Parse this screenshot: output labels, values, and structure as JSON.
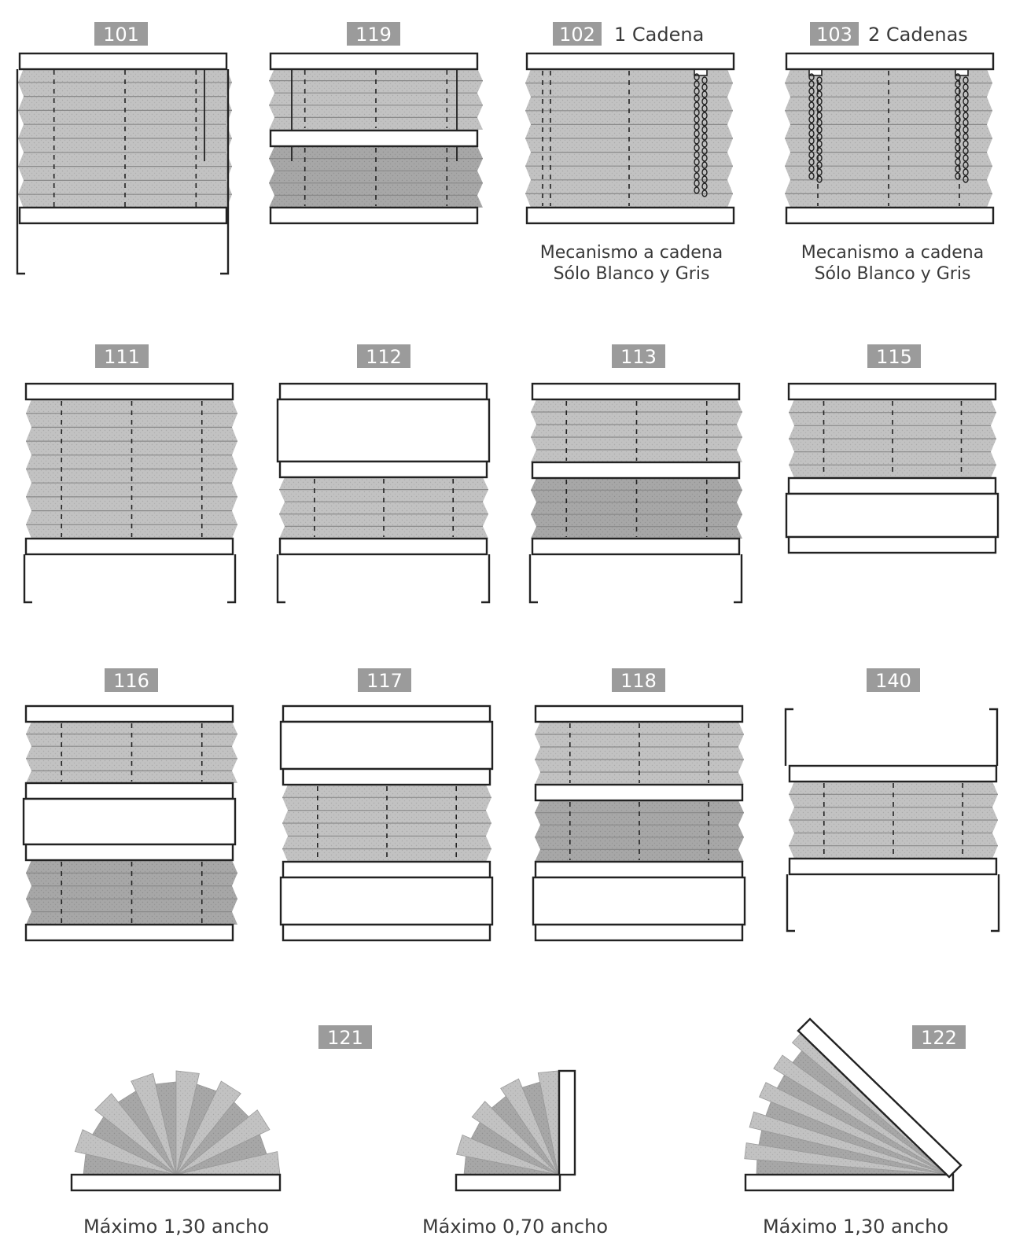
{
  "colors": {
    "code_badge": "#9b9b9b",
    "fabric_light": "#bdbdbd",
    "fabric_dark": "#a3a3a3",
    "line": "#222222"
  },
  "models": {
    "m101": {
      "code": "101"
    },
    "m119": {
      "code": "119"
    },
    "m102": {
      "code": "102",
      "label": "1 Cadena",
      "caption_line1": "Mecanismo a cadena",
      "caption_line2": "Sólo Blanco y Gris"
    },
    "m103": {
      "code": "103",
      "label": "2 Cadenas",
      "caption_line1": "Mecanismo a cadena",
      "caption_line2": "Sólo Blanco y Gris"
    },
    "m111": {
      "code": "111"
    },
    "m112": {
      "code": "112"
    },
    "m113": {
      "code": "113"
    },
    "m115": {
      "code": "115"
    },
    "m116": {
      "code": "116"
    },
    "m117": {
      "code": "117"
    },
    "m118": {
      "code": "118"
    },
    "m140": {
      "code": "140"
    },
    "m121": {
      "code": "121",
      "caption": "Máximo 1,30 ancho"
    },
    "m121b": {
      "caption": "Máximo 0,70 ancho"
    },
    "m122": {
      "code": "122",
      "caption": "Máximo 1,30 ancho"
    }
  }
}
